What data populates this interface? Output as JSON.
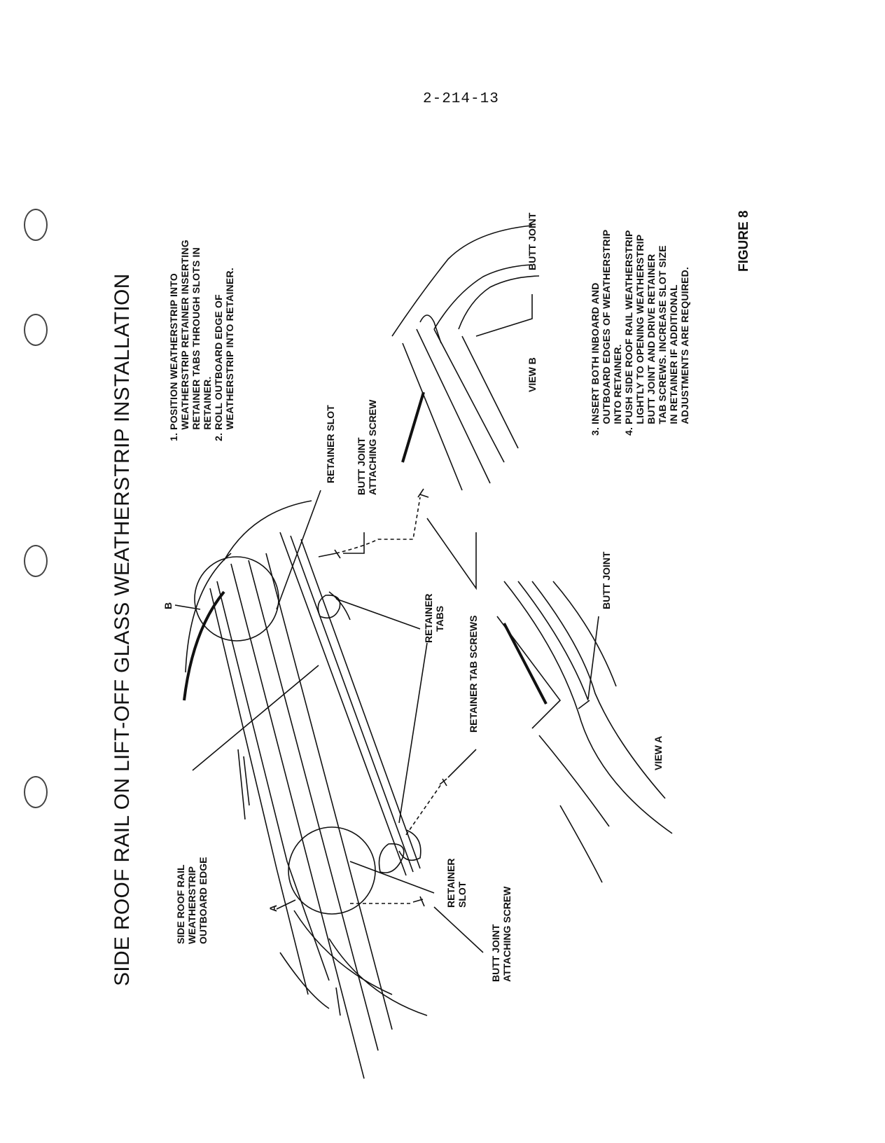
{
  "page": {
    "number": "2-214-13"
  },
  "title": "SIDE ROOF RAIL ON LIFT-OFF GLASS WEATHERSTRIP INSTALLATION",
  "steps_top": [
    {
      "n": "1.",
      "lines": [
        "POSITION WEATHERSTRIP INTO",
        "WEATHERSTRIP RETAINER INSERTING",
        "RETAINER TABS THROUGH SLOTS IN",
        "RETAINER."
      ]
    },
    {
      "n": "2.",
      "lines": [
        "ROLL OUTBOARD EDGE OF",
        "WEATHERSTRIP INTO RETAINER."
      ]
    }
  ],
  "steps_bottom": [
    {
      "n": "3.",
      "lines": [
        "INSERT BOTH INBOARD AND",
        "OUTBOARD EDGES OF WEATHERSTRIP",
        "INTO RETAINER."
      ]
    },
    {
      "n": "4.",
      "lines": [
        "PUSH SIDE ROOF RAIL WEATHERSTRIP",
        "LIGHTLY TO OPENING WEATHERSTRIP",
        "BUTT JOINT AND DRIVE RETAINER",
        "TAB SCREWS. INCREASE SLOT SIZE",
        "IN RETAINER IF ADDITIONAL",
        "ADJUSTMENTS ARE REQUIRED."
      ]
    }
  ],
  "callouts": {
    "retainer_slot_top": "RETAINER SLOT",
    "butt_joint_screw_top": [
      "BUTT JOINT",
      "ATTACHING SCREW"
    ],
    "retainer_tabs": [
      "RETAINER",
      "TABS"
    ],
    "retainer_tab_screws": "RETAINER TAB SCREWS",
    "b": "B",
    "a": "A",
    "side_roof_rail": [
      "SIDE ROOF RAIL",
      "WEATHERSTRIP",
      "OUTBOARD EDGE"
    ],
    "retainer_slot_bottom": [
      "RETAINER",
      "SLOT"
    ],
    "butt_joint_screw_bottom": [
      "BUTT JOINT",
      "ATTACHING SCREW"
    ],
    "butt_joint_b": "BUTT JOINT",
    "butt_joint_a": "BUTT JOINT",
    "view_b": "VIEW B",
    "view_a": "VIEW A"
  },
  "figure_label": "FIGURE 8"
}
